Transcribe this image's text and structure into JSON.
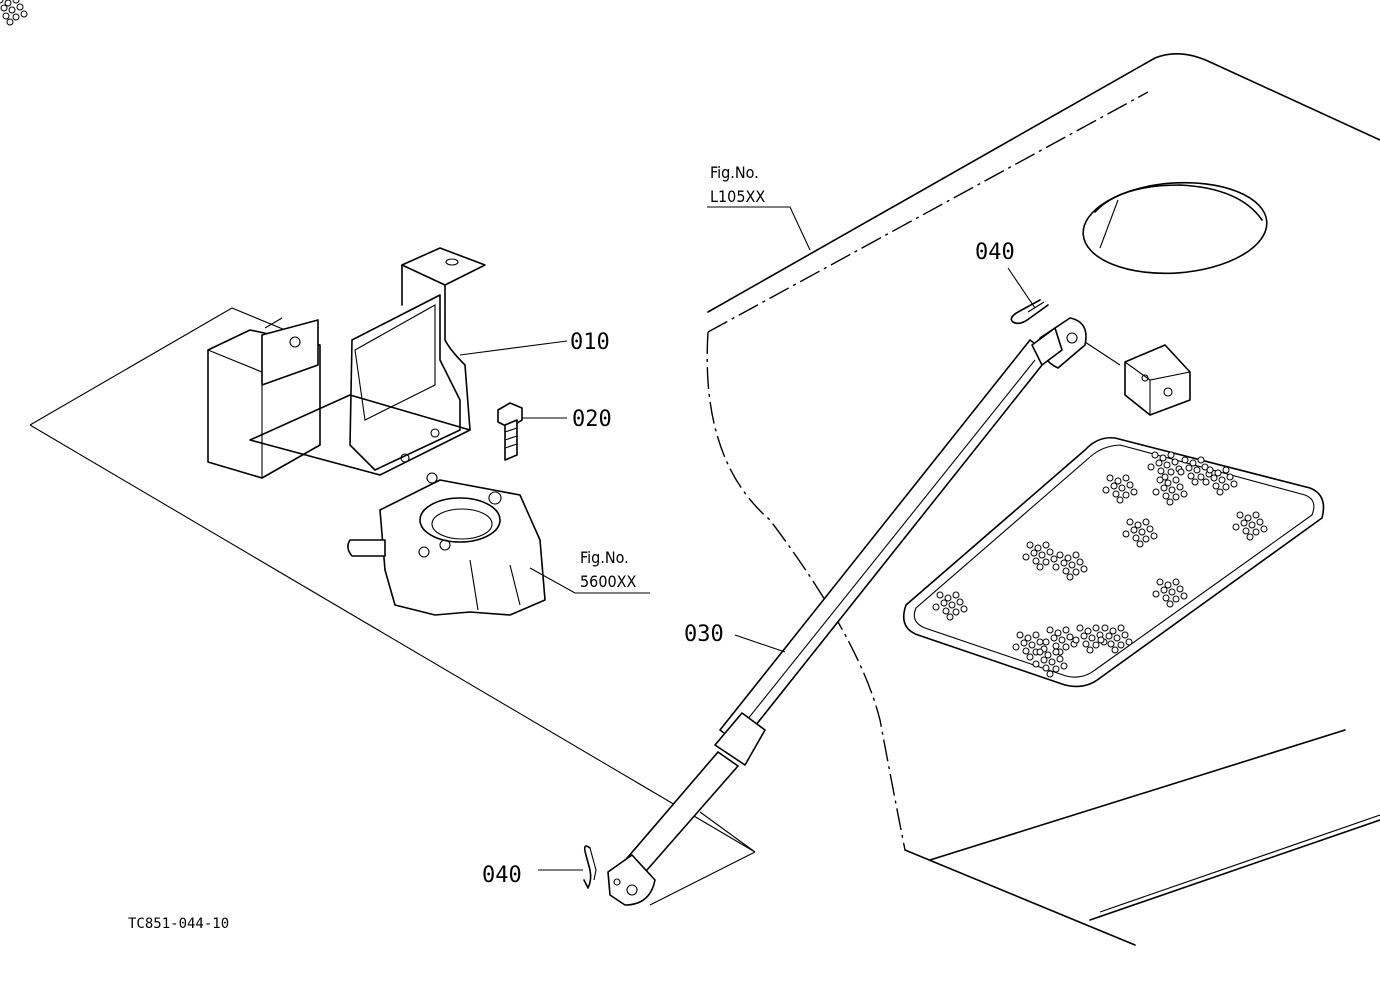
{
  "callouts": {
    "p010": "010",
    "p020": "020",
    "p030": "030",
    "p040_top": "040",
    "p040_bottom": "040"
  },
  "references": {
    "bonnet_fig": "Fig.No.",
    "bonnet_no": "L105XX",
    "pump_fig": "Fig.No.",
    "pump_no": "5600XX"
  },
  "drawing_code": "TC851-044-10"
}
